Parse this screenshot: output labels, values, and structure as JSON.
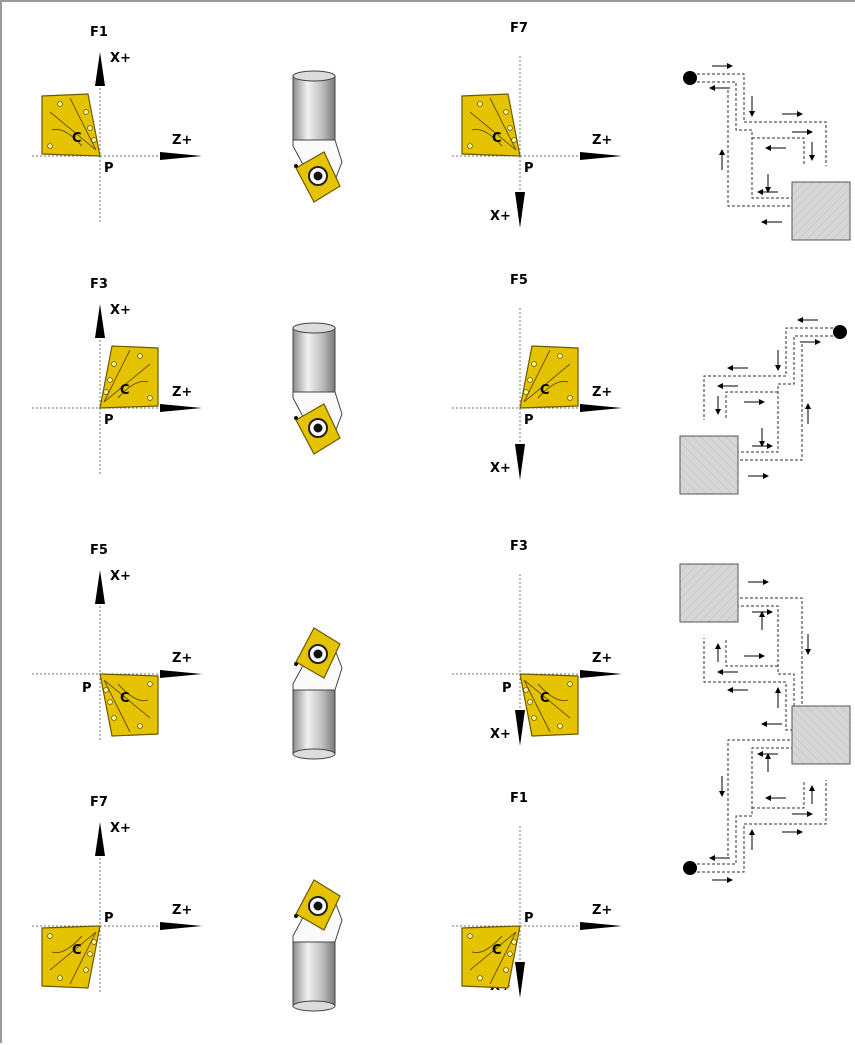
{
  "colors": {
    "insert_fill": "#e5c300",
    "insert_stroke": "#6b5a00",
    "insert_hole": "#fff4a0",
    "workpiece_fill": "#d6d6d6",
    "workpiece_stroke": "#555555",
    "shank_light": "#e8e8e8",
    "shank_dark": "#8c8c8c",
    "axis": "#000000",
    "guide": "#777777"
  },
  "icons": [
    "cutting-insert-icon",
    "tool-holder-icon",
    "toolpath-icon",
    "workpiece-block-icon",
    "start-point-dot-icon"
  ],
  "rows": [
    {
      "left": {
        "code": "F1",
        "x_label": "X+",
        "z_label": "Z+",
        "c_label": "C",
        "p_label": "P"
      },
      "right": {
        "code": "F7",
        "x_label": "X+",
        "z_label": "Z+",
        "c_label": "C",
        "p_label": "P"
      }
    },
    {
      "left": {
        "code": "F3",
        "x_label": "X+",
        "z_label": "Z+",
        "c_label": "C",
        "p_label": "P"
      },
      "right": {
        "code": "F5",
        "x_label": "X+",
        "z_label": "Z+",
        "c_label": "C",
        "p_label": "P"
      }
    },
    {
      "left": {
        "code": "F5",
        "x_label": "X+",
        "z_label": "Z+",
        "c_label": "C",
        "p_label": "P"
      },
      "right": {
        "code": "F3",
        "x_label": "X+",
        "z_label": "Z+",
        "c_label": "C",
        "p_label": "P"
      }
    },
    {
      "left": {
        "code": "F7",
        "x_label": "X+",
        "z_label": "Z+",
        "c_label": "C",
        "p_label": "P"
      },
      "right": {
        "code": "F1",
        "x_label": "X+",
        "z_label": "Z+",
        "c_label": "C",
        "p_label": "P"
      }
    }
  ]
}
